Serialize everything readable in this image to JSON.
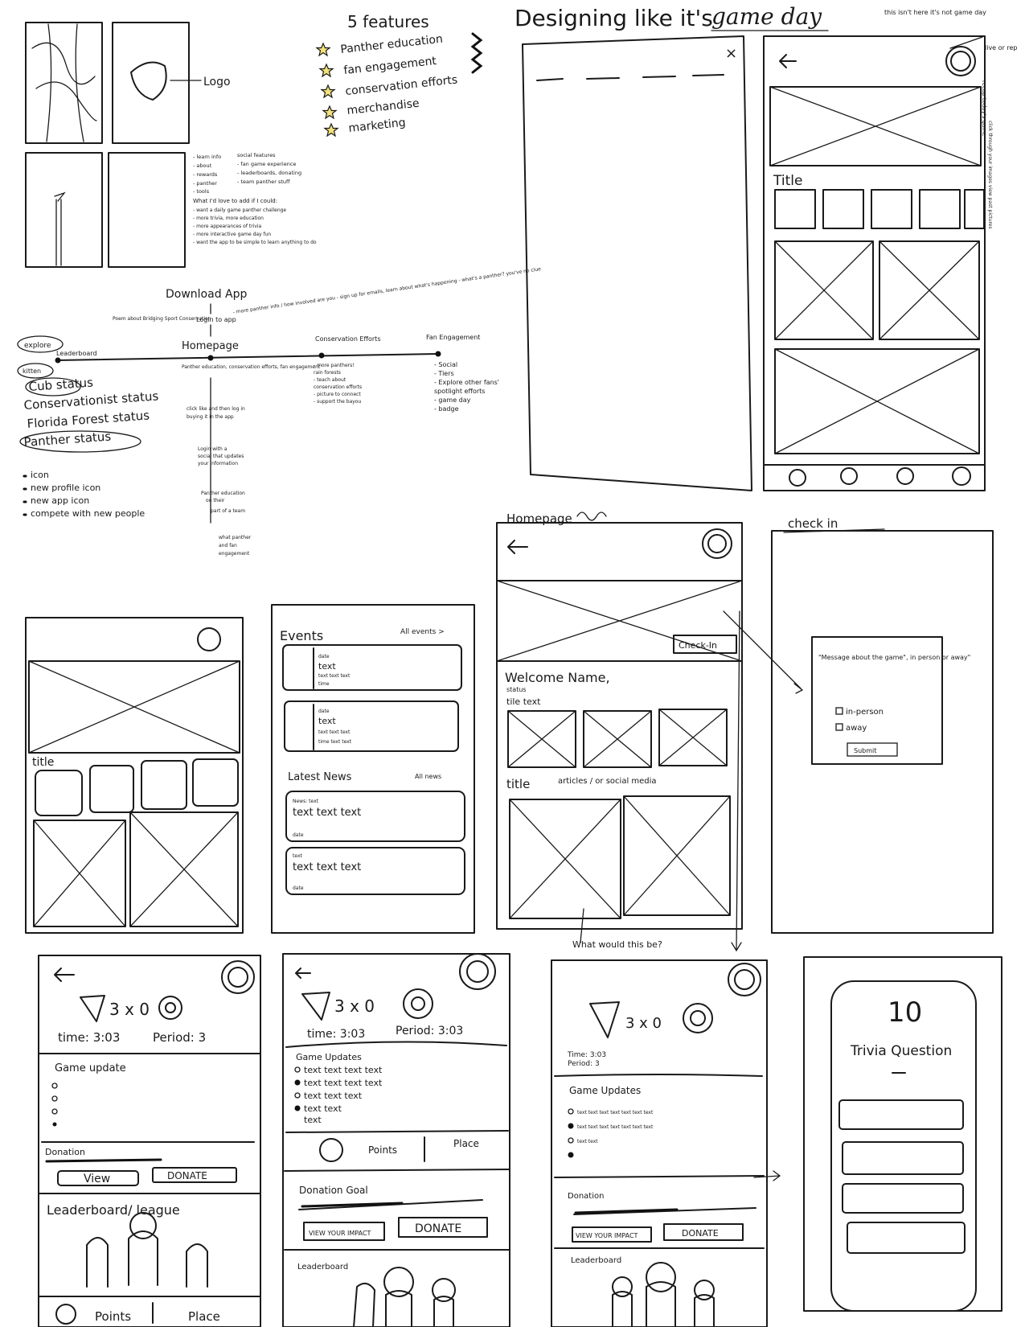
{
  "page_title": "Designing like it's",
  "page_title_accent": "game day",
  "top_note": "this isn't here it's not game day",
  "side_note_1": "live or rep",
  "side_note_2": "recap today's game",
  "side_note_3": "click through your images view past pictures",
  "logo_label": "Logo",
  "features": {
    "title": "5 features",
    "items": [
      "Panther education",
      "fan engagement",
      "conservation efforts",
      "merchandise",
      "marketing"
    ]
  },
  "notes_block": {
    "col1": [
      "- learn info",
      "  - about",
      "  - rewards",
      "- panther",
      "  - tools"
    ],
    "col2": [
      "social features",
      "- fan game experience",
      "- leaderboards, donating",
      "- team panther stuff"
    ],
    "wish_title": "What I'd love to add if I could:",
    "wish": [
      "- want a daily game panther challenge",
      "- more trivia, more education",
      "- more appearances of trivia",
      "- more interactive game day fun",
      "- want the app to be simple to learn anything to do"
    ]
  },
  "flow": {
    "download": "Download App",
    "login": "Login to app",
    "login_note": "- more panther info / how involved are you - sign up for emails, learn about what's happening - what's a panther? you've no clue",
    "poll": "Poem about Bridging Sport Conservation",
    "homepage": "Homepage",
    "homepage_sub": "Panther education, conservation efforts, fan engagement",
    "conservation": "Conservation Efforts",
    "conservation_sub": [
      "- more panthers!",
      "  rain forests",
      "- teach about",
      "  conservation efforts",
      "- picture to connect",
      "- support the bayou"
    ],
    "fan": "Fan Engagement",
    "fan_sub": [
      "- Social",
      "  - Tiers",
      "- Explore other fans'",
      "  spotlight efforts",
      "  - game day",
      "  - badge"
    ],
    "explore": "explore",
    "leaderboard": "Leaderboard",
    "kitten": "kitten",
    "statuses": [
      "Cub status",
      "Conservationist status",
      "Florida Forest status",
      "Panther status"
    ],
    "bullets": [
      "icon",
      "new profile icon",
      "new app icon",
      "compete with new people"
    ],
    "mid_notes": [
      "click like and then log in",
      "buying it in the app",
      "Login with a",
      "social that updates",
      "your information",
      "Panther education",
      "on their",
      "part of a team",
      "what panther",
      "and fan",
      "engagement"
    ]
  },
  "frame_top_center": {},
  "frame_top_right": {
    "title_label": "Title"
  },
  "frame_events": {
    "events_label": "Events",
    "all_events": "All events >",
    "event_items": [
      {
        "date": "date",
        "title": "text",
        "desc": "text text text",
        "time": "time"
      },
      {
        "date": "date",
        "title": "text",
        "desc": "text text text",
        "time": "time text text"
      }
    ],
    "news_label": "Latest News",
    "all_news": "All news",
    "news_items": [
      {
        "kicker": "News: text",
        "body": "text text text",
        "date": "date"
      },
      {
        "kicker": "text",
        "body": "text text text",
        "date": "date"
      }
    ]
  },
  "frame_home_left": {
    "title_label": "title"
  },
  "frame_homepage": {
    "heading": "Homepage",
    "checkin_button": "Check-In",
    "welcome": "Welcome Name,",
    "status": "status",
    "tile_text": "tile text",
    "title_label": "title",
    "title_note": "articles / or social media",
    "question": "What would this be?"
  },
  "frame_checkin": {
    "heading": "check in",
    "message": "\"Message about the game\", in person or away\"",
    "options": [
      "in-person",
      "away"
    ],
    "submit": "Submit"
  },
  "game1": {
    "score": "3 x 0",
    "time": "time: 3:03",
    "period": "Period: 3",
    "updates_label": "Game update",
    "donation_label": "Donation",
    "view": "View",
    "donate": "DONATE",
    "leaderboard": "Leaderboard/ league",
    "points": "Points",
    "place": "Place"
  },
  "game2": {
    "score": "3 x 0",
    "time": "time: 3:03",
    "period": "Period: 3:03",
    "updates_label": "Game Updates",
    "updates": [
      "text text text text",
      "text text text text",
      "text text text",
      "text text",
      "text"
    ],
    "points": "Points",
    "place": "Place",
    "donation_label": "Donation Goal",
    "view": "VIEW YOUR IMPACT",
    "donate": "DONATE",
    "leaderboard": "Leaderboard"
  },
  "game3": {
    "score": "3 x 0",
    "time": "Time: 3:03",
    "period": "Period: 3",
    "updates_label": "Game Updates",
    "updates": [
      "text text text text text text text",
      "text text text text text text text",
      "text text"
    ],
    "donation_label": "Donation",
    "view": "VIEW YOUR IMPACT",
    "donate": "DONATE",
    "leaderboard": "Leaderboard"
  },
  "trivia": {
    "number": "10",
    "question": "Trivia Question"
  }
}
